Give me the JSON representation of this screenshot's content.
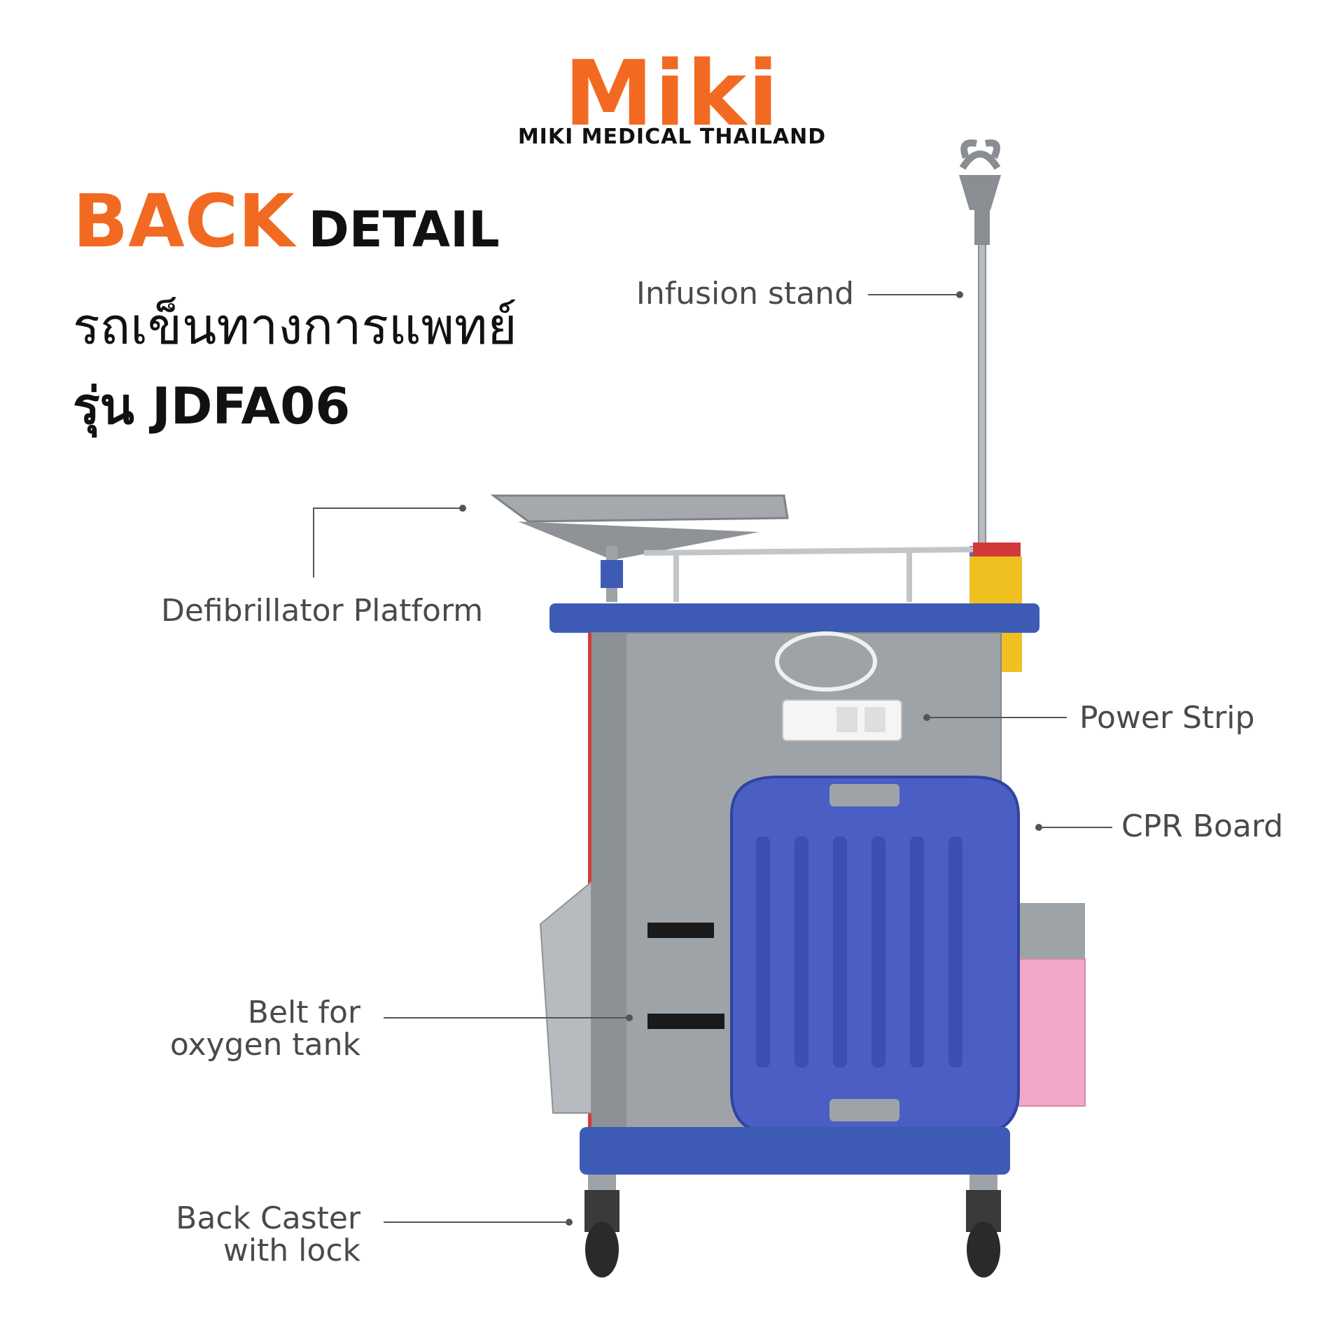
{
  "brand": {
    "logo_text": "Miki",
    "tagline": "MIKI MEDICAL THAILAND",
    "color": "#f26a21"
  },
  "headline": {
    "accent": "BACK",
    "rest": "DETAIL"
  },
  "subtitle": "รถเข็นทางการแพทย์",
  "model": "รุ่น JDFA06",
  "labels": {
    "infusion_stand": "Infusion stand",
    "defibrillator_platform": "Defibrillator Platform",
    "power_strip": "Power Strip",
    "cpr_board": "CPR Board",
    "belt_line1": "Belt for",
    "belt_line2": "oxygen tank",
    "caster_line1": "Back Caster",
    "caster_line2": "with lock"
  },
  "colors": {
    "cart_blue": "#3d5bb5",
    "cart_grey": "#9ea3a8",
    "bin_pink": "#f2a6c8",
    "accent_red": "#d23a3a",
    "yellow_box": "#f0c020"
  }
}
